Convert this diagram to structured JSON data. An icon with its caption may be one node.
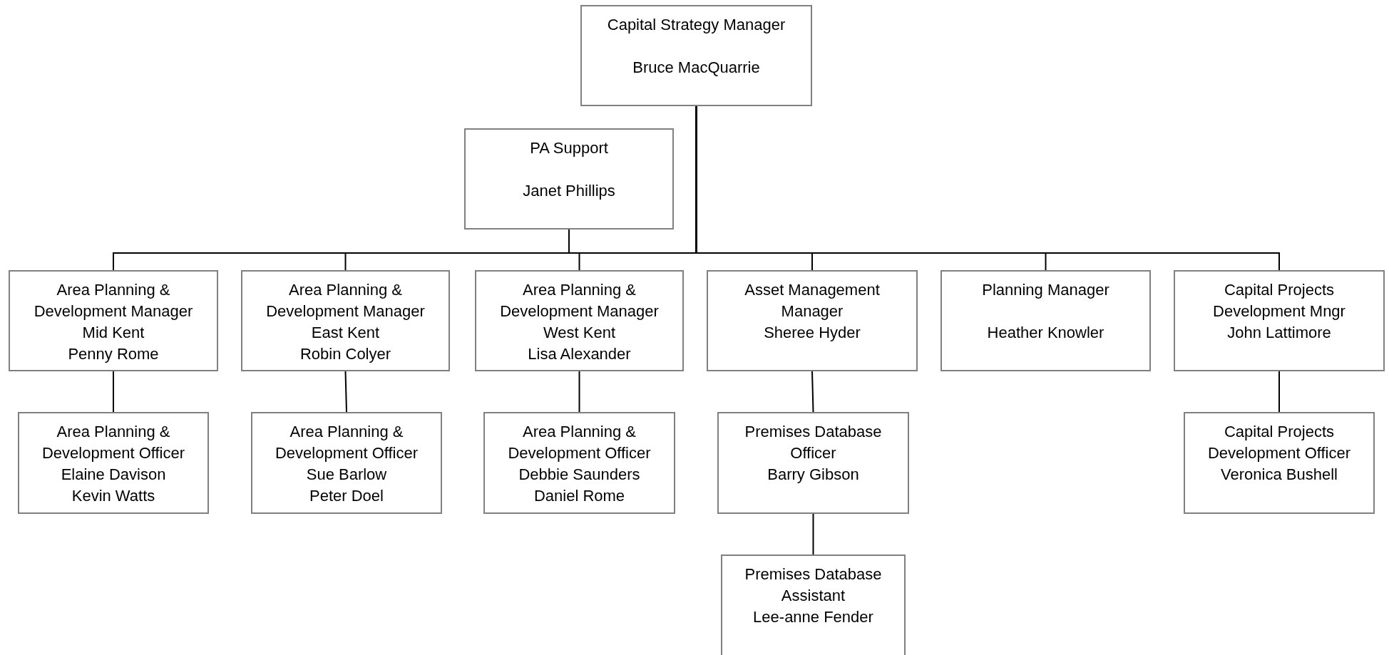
{
  "diagram": {
    "nodes": [
      {
        "text": [
          "Capital Strategy Manager",
          "Bruce MacQuarrie"
        ]
      },
      {
        "text": [
          "PA Support",
          "Janet Phillips"
        ]
      },
      {
        "text": [
          "Area Planning & Development Manager",
          "Mid Kent",
          "Penny Rome"
        ]
      },
      {
        "text": [
          "Area Planning & Development Manager",
          "East Kent",
          "Robin Colyer"
        ]
      },
      {
        "text": [
          "Area Planning & Development Manager",
          "West Kent",
          "Lisa Alexander"
        ]
      },
      {
        "text": [
          "Asset Management Manager",
          "Sheree Hyder"
        ]
      },
      {
        "text": [
          "Planning Manager",
          "Heather Knowler"
        ]
      },
      {
        "text": [
          "Capital Projects Development Mngr",
          "John Lattimore"
        ]
      },
      {
        "text": [
          "Area Planning & Development Officer",
          "Elaine Davison",
          "Kevin Watts"
        ]
      },
      {
        "text": [
          "Area Planning & Development Officer",
          "Sue Barlow",
          "Peter Doel"
        ]
      },
      {
        "text": [
          "Area Planning & Development Officer",
          "Debbie Saunders",
          "Daniel Rome"
        ]
      },
      {
        "text": [
          "Premises Database Officer",
          "Barry Gibson"
        ]
      },
      {
        "text": [
          "Capital Projects Development Officer",
          "Veronica Bushell"
        ]
      },
      {
        "text": [
          "Premises Database Assistant",
          "Lee-anne Fender"
        ]
      }
    ],
    "edges": [
      {
        "from": 0,
        "to": 1,
        "arrow": "none"
      },
      {
        "from": 0,
        "to": 2,
        "arrow": "none"
      },
      {
        "from": 0,
        "to": 3,
        "arrow": "none"
      },
      {
        "from": 0,
        "to": 4,
        "arrow": "none"
      },
      {
        "from": 0,
        "to": 5,
        "arrow": "none"
      },
      {
        "from": 0,
        "to": 6,
        "arrow": "none"
      },
      {
        "from": 0,
        "to": 7,
        "arrow": "none"
      },
      {
        "from": 2,
        "to": 8,
        "arrow": "none"
      },
      {
        "from": 3,
        "to": 9,
        "arrow": "none"
      },
      {
        "from": 4,
        "to": 10,
        "arrow": "none"
      },
      {
        "from": 5,
        "to": 11,
        "arrow": "none"
      },
      {
        "from": 7,
        "to": 12,
        "arrow": "none"
      },
      {
        "from": 11,
        "to": 13,
        "arrow": "none"
      }
    ]
  }
}
